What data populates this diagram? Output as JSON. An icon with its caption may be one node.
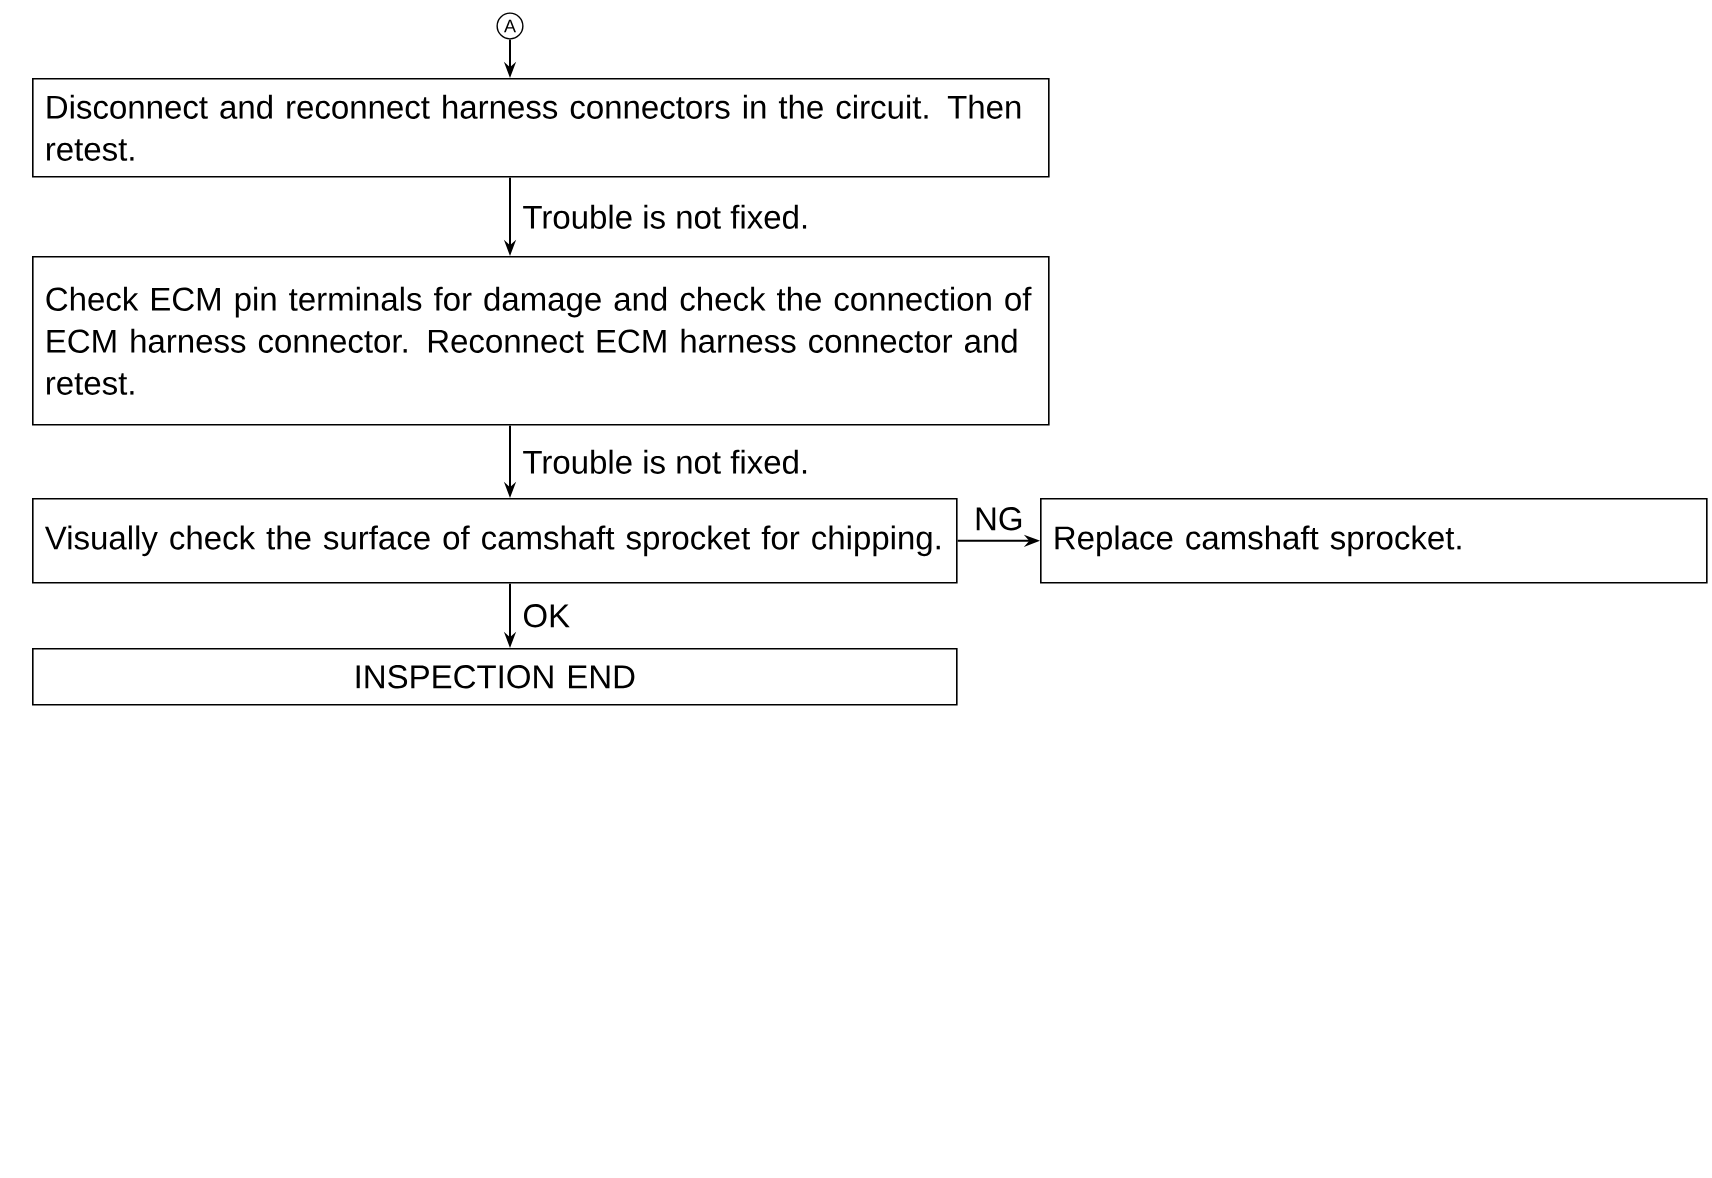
{
  "diagram": {
    "nodes": [
      {
        "text": [
          "A"
        ]
      },
      {
        "text": [
          "Disconnect and reconnect harness connectors in the circuit. Then retest."
        ]
      },
      {
        "text": [
          "Check ECM pin terminals for damage and check the connection of ECM harness connector. Reconnect ECM harness connector and retest."
        ]
      },
      {
        "text": [
          "Visually check the surface of camshaft sprocket for chipping."
        ]
      },
      {
        "text": [
          "Replace camshaft sprocket."
        ]
      },
      {
        "text": [
          "INSPECTION END"
        ]
      }
    ],
    "edges": [
      {
        "from": 0,
        "to": 1,
        "arrow": "to"
      },
      {
        "from": 1,
        "to": 2,
        "arrow": "to",
        "label": "Trouble is not fixed."
      },
      {
        "from": 2,
        "to": 3,
        "arrow": "to",
        "label": "Trouble is not fixed."
      },
      {
        "from": 3,
        "to": 4,
        "arrow": "to",
        "label": "NG"
      },
      {
        "from": 3,
        "to": 5,
        "arrow": "to",
        "label": "OK"
      }
    ]
  }
}
